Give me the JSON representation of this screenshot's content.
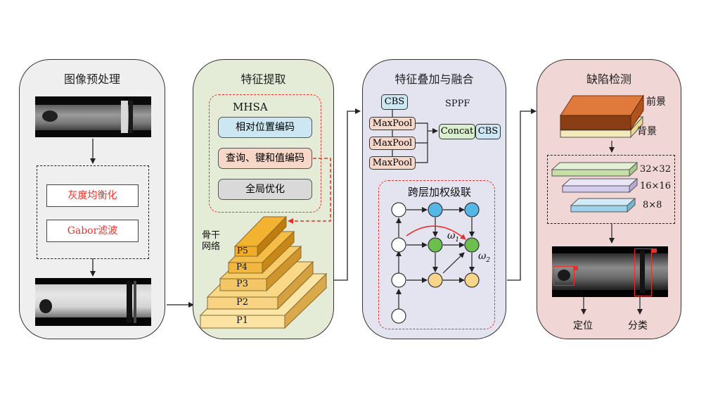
{
  "panels": {
    "preprocess": {
      "title": "图像预处理",
      "steps": [
        "灰度均衡化",
        "Gabor滤波"
      ]
    },
    "feature_extraction": {
      "title": "特征提取",
      "mhsa_title": "MHSA",
      "mhsa_items": [
        "相对位置编码",
        "查询、键和值编码",
        "全局优化"
      ],
      "backbone_label": "骨干\n网络",
      "layers": [
        "P5",
        "P4",
        "P3",
        "P2",
        "P1"
      ]
    },
    "fusion": {
      "title": "特征叠加与融合",
      "cbs_top": "CBS",
      "maxpool": [
        "MaxPool",
        "MaxPool",
        "MaxPool"
      ],
      "concat": "Concat",
      "cbs_right": "CBS",
      "sppf": "SPPF",
      "weighted_title": "跨层加权级联",
      "omega1": "ω",
      "omega1_sub": "1",
      "omega2": "ω",
      "omega2_sub": "2"
    },
    "detection": {
      "title": "缺陷检测",
      "foreground": "前景",
      "background": "背景",
      "scales": [
        "32×32",
        "16×16",
        "8×8"
      ],
      "outputs": [
        "定位",
        "分类"
      ]
    }
  },
  "colors": {
    "panel1_bg": "#efefef",
    "panel2_bg": "#e4ebd6",
    "panel3_bg": "#e4e4f0",
    "panel4_bg": "#f1d6d6",
    "red": "#e8302a",
    "blue_box": "#cde7f2",
    "gray_box": "#d9d9d9",
    "salmon_box": "#f7d7c8",
    "gold": "#f2c464",
    "node_blue": "#56b6e6",
    "node_green": "#6cbf4e",
    "node_yellow": "#f7d58a",
    "fg_orange": "#dd7438",
    "bg_cream": "#f8f0c8",
    "green_plate": "#d0e6b8",
    "lavender_plate": "#d9d3ee",
    "cyan_plate": "#a9d8ec"
  }
}
